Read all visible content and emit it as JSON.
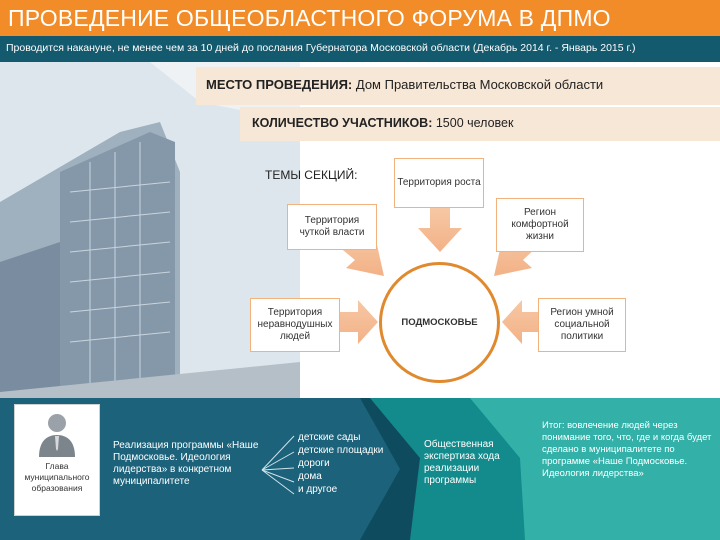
{
  "header": {
    "title": "ПРОВЕДЕНИЕ ОБЩЕОБЛАСТНОГО  ФОРУМА В ДПМО",
    "subtitle": "Проводится накануне, не менее чем за 10 дней до послания Губернатора Московской области (Декабрь 2014 г.  - Январь 2015 г.)"
  },
  "venue": {
    "label": "МЕСТО ПРОВЕДЕНИЯ:",
    "value": " Дом Правительства Московской области"
  },
  "participants": {
    "label": "КОЛИЧЕСТВО УЧАСТНИКОВ:",
    "value": " 1500 человек"
  },
  "topics": {
    "label": "ТЕМЫ СЕКЦИЙ:",
    "center": "ПОДМОСКОВЬЕ",
    "items": [
      "Территория роста",
      "Территория чуткой власти",
      "Регион комфортной жизни",
      "Территория неравнодушных людей",
      "Регион умной социальной политики"
    ]
  },
  "bottom": {
    "person_label": "Глава муниципального образования",
    "program_text": "Реализация программы «Наше Подмосковье. Идеология лидерства» в конкретном муниципалитете",
    "list": [
      "детские сады",
      "детские площадки",
      "дороги",
      "дома",
      "и другое"
    ],
    "expertise": "Общественная экспертиза хода реализации программы",
    "result": "Итог: вовлечение людей через понимание того, что, где и когда будет сделано в муниципалитете по программе «Наше Подмосковье. Идеология лидерства»"
  },
  "colors": {
    "orange": "#f28c28",
    "dark_teal": "#145a6e",
    "teal": "#138b8c",
    "light_teal": "#33b1a9",
    "peach": "#f7e7d6"
  }
}
